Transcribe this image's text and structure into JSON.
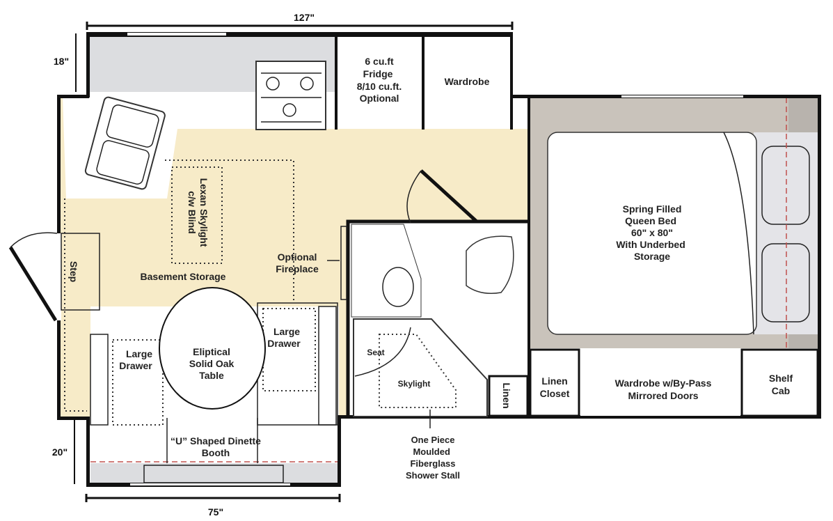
{
  "dimensions": {
    "top_width": "127\"",
    "cabover": "18\"",
    "rear_overhang": "20\"",
    "dinette_width": "75\""
  },
  "rooms": {
    "fridge": [
      "6 cu.ft",
      "Fridge",
      "8/10 cu.ft.",
      "Optional"
    ],
    "wardrobe_top": "Wardrobe",
    "skylight_lexan": [
      "Lexan Skylight",
      "c/w Blind"
    ],
    "basement_storage": "Basement Storage",
    "step": "Step",
    "fireplace": [
      "Optional",
      "Fireplace"
    ],
    "large_drawer_left": [
      "Large",
      "Drawer"
    ],
    "large_drawer_right": [
      "Large",
      "Drawer"
    ],
    "table": [
      "Eliptical",
      "Solid Oak",
      "Table"
    ],
    "dinette": [
      "“U” Shaped Dinette",
      "Booth"
    ],
    "seat": "Seat",
    "shower_skylight": "Skylight",
    "linen_small": "Linen",
    "shower_stall": [
      "One Piece",
      "Moulded",
      "Fiberglass",
      "Shower Stall"
    ],
    "bed": [
      "Spring Filled",
      "Queen Bed",
      "60\" x 80\"",
      "With Underbed",
      "Storage"
    ],
    "linen_closet": [
      "Linen",
      "Closet"
    ],
    "wardrobe_bypass": [
      "Wardrobe w/By-Pass",
      "Mirrored Doors"
    ],
    "shelf_cab": [
      "Shelf",
      "Cab"
    ]
  },
  "colors": {
    "floor": "#f7ebc8",
    "cabover": "#dcdde0",
    "bed_surround": "#c9c3bb",
    "wall": "#111111",
    "dashed": "#c0504d"
  }
}
